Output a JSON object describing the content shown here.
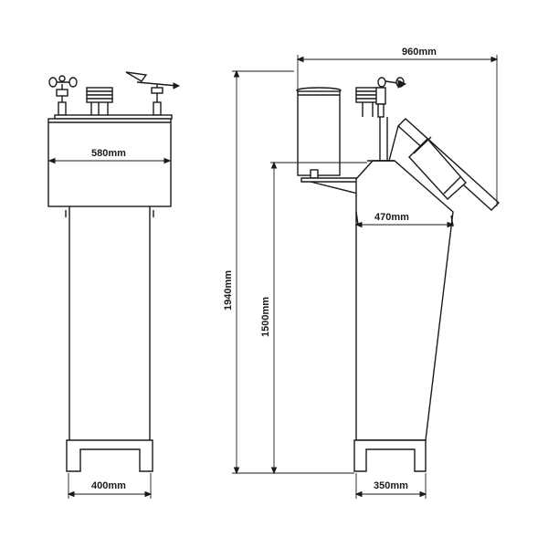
{
  "dimensions": {
    "front_box_width": "580mm",
    "front_base_width": "400mm",
    "side_total_depth": "960mm",
    "side_column_depth": "470mm",
    "side_base_depth": "350mm",
    "total_height": "1940mm",
    "column_height": "1500mm"
  },
  "colors": {
    "line": "#1a1a1a",
    "background": "#ffffff"
  }
}
